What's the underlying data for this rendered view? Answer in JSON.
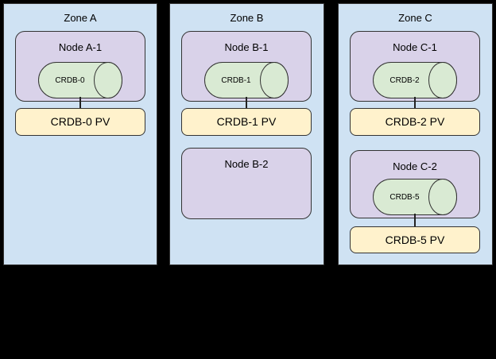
{
  "colors": {
    "background": "#000000",
    "zone_fill": "#cfe2f3",
    "node_fill": "#d9d2e9",
    "database_fill": "#d9ead3",
    "pv_fill": "#fff2cc",
    "stroke": "#333333",
    "text": "#000000"
  },
  "zones": [
    {
      "label": "Zone A",
      "nodes": [
        {
          "label": "Node A-1",
          "db": "CRDB-0",
          "pv": "CRDB-0 PV"
        }
      ]
    },
    {
      "label": "Zone B",
      "nodes": [
        {
          "label": "Node B-1",
          "db": "CRDB-1",
          "pv": "CRDB-1 PV"
        },
        {
          "label": "Node B-2"
        }
      ]
    },
    {
      "label": "Zone C",
      "nodes": [
        {
          "label": "Node C-1",
          "db": "CRDB-2",
          "pv": "CRDB-2 PV"
        },
        {
          "label": "Node C-2",
          "db": "CRDB-5",
          "pv": "CRDB-5 PV"
        }
      ]
    }
  ]
}
